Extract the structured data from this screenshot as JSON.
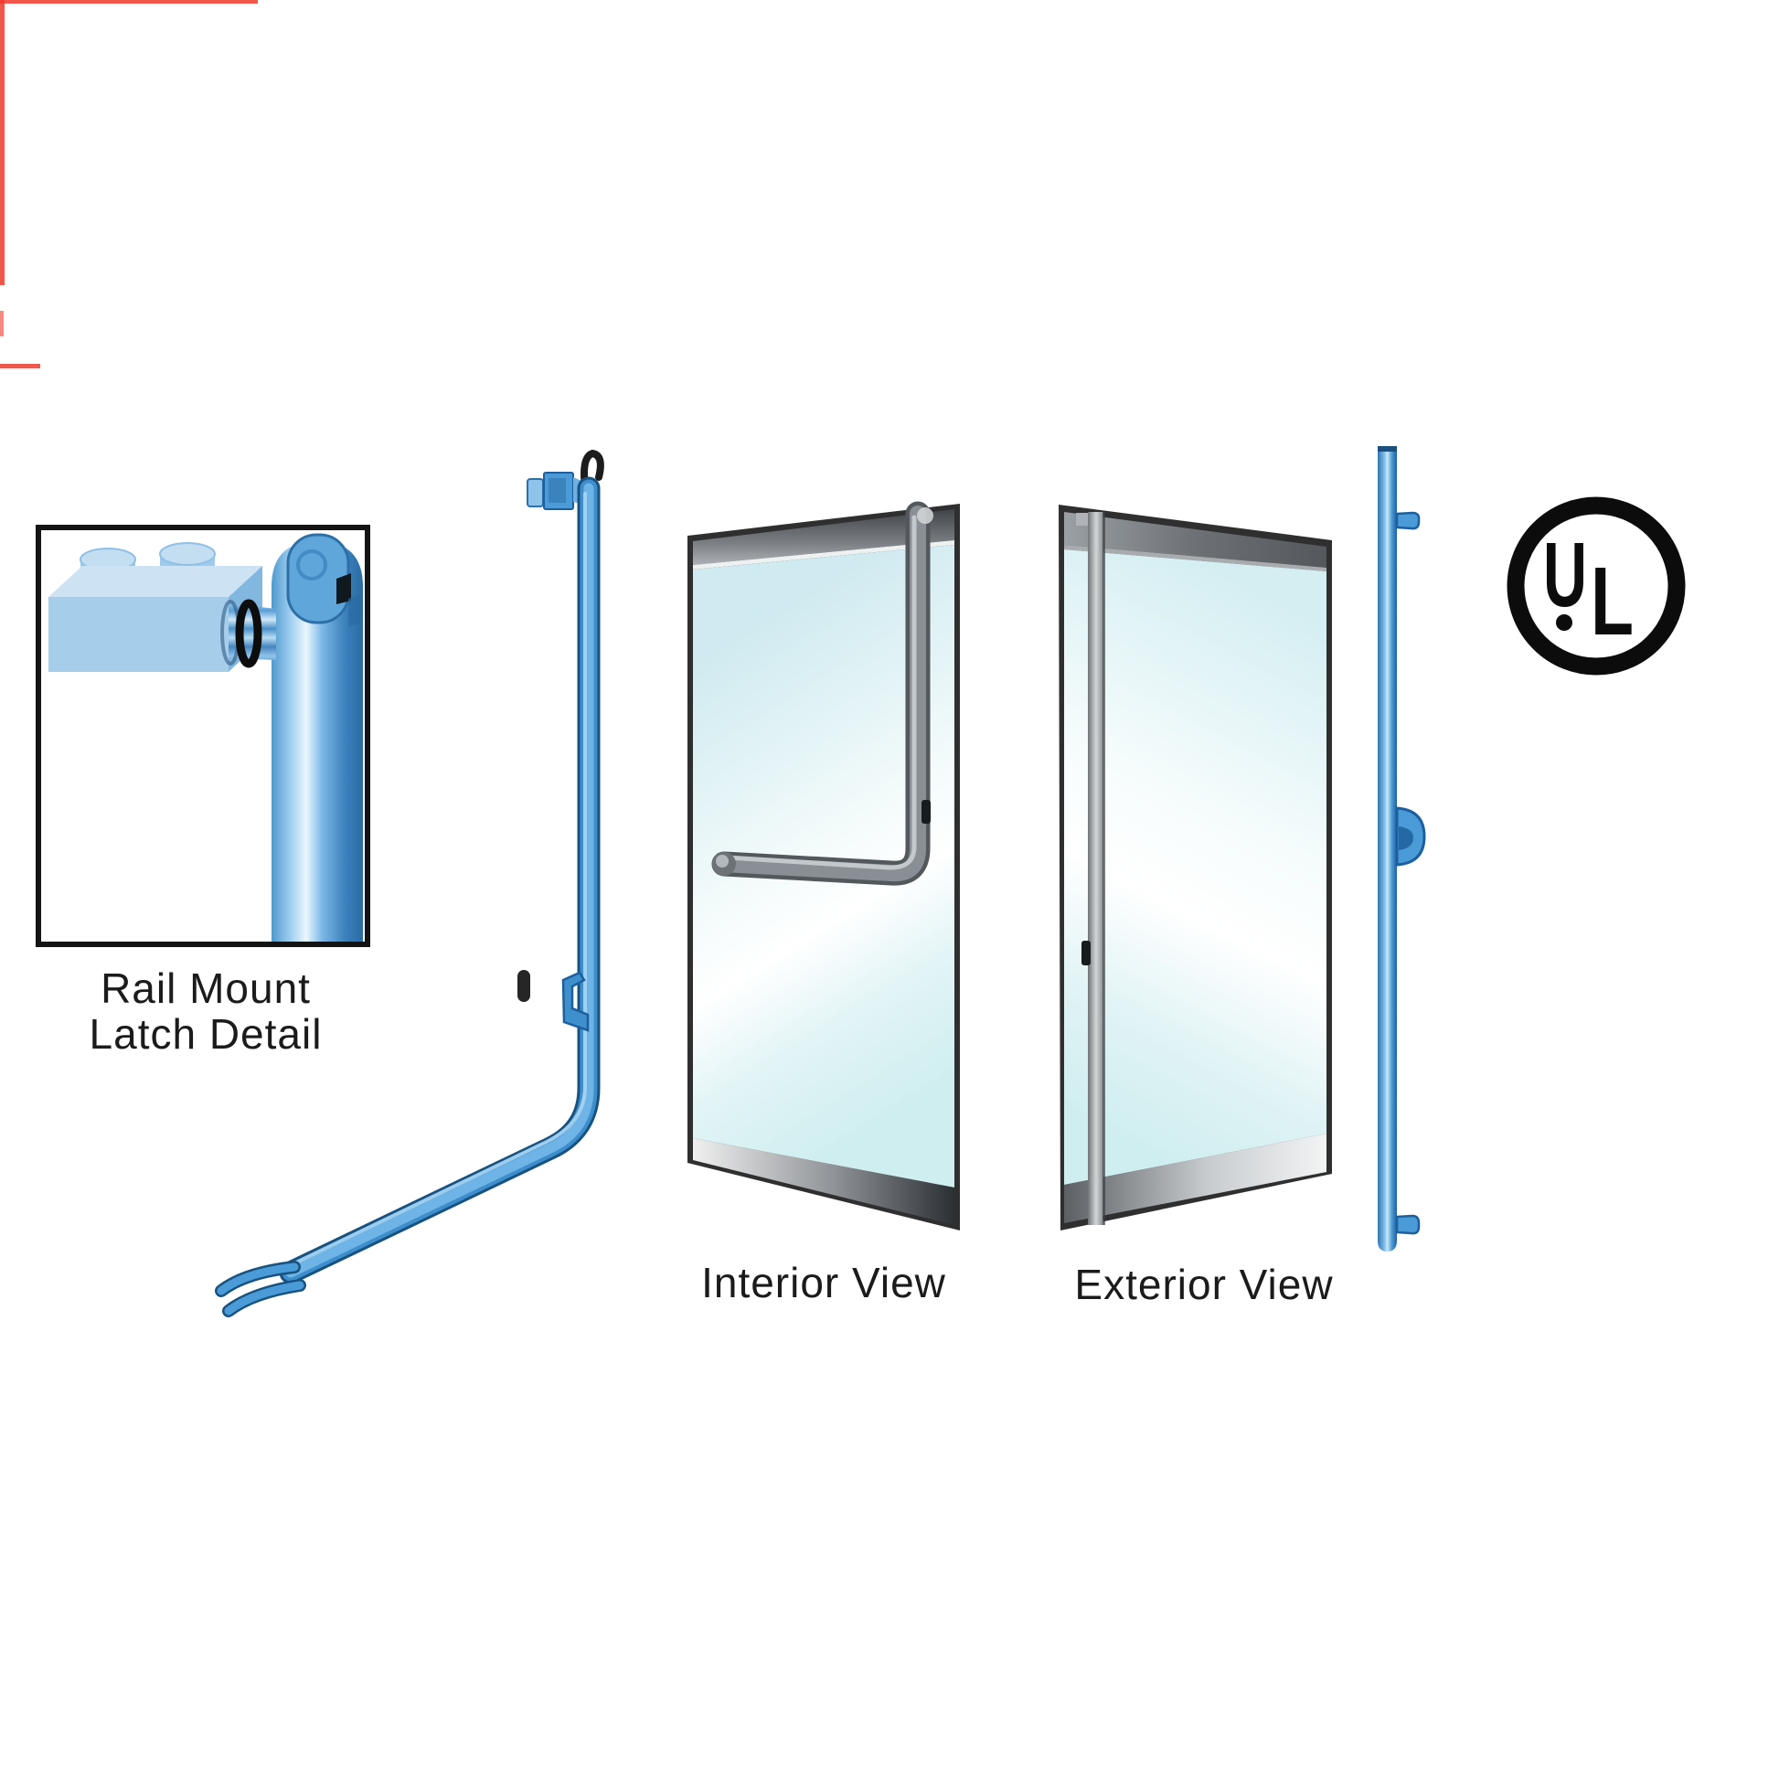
{
  "canvas": {
    "background": "#ffffff"
  },
  "inset": {
    "caption_line1": "Rail Mount",
    "caption_line2": "Latch Detail"
  },
  "views": {
    "interior_caption": "Interior View",
    "exterior_caption": "Exterior View"
  },
  "ul_mark": {
    "letter_u": "U",
    "letter_l": "L"
  },
  "colors": {
    "hardware_blue": "#4a9bd8",
    "hardware_blue_dark": "#1d5f9e",
    "hardware_blue_light": "#a9cfe9",
    "glass_tint": "#d6eff2",
    "frame_dark": "#2f2f2f",
    "metal_gray": "#8d9297",
    "label_text": "#1b1b1b",
    "mark_black": "#0c0c0c",
    "scan_artifact_red": "#ee3a2c"
  }
}
